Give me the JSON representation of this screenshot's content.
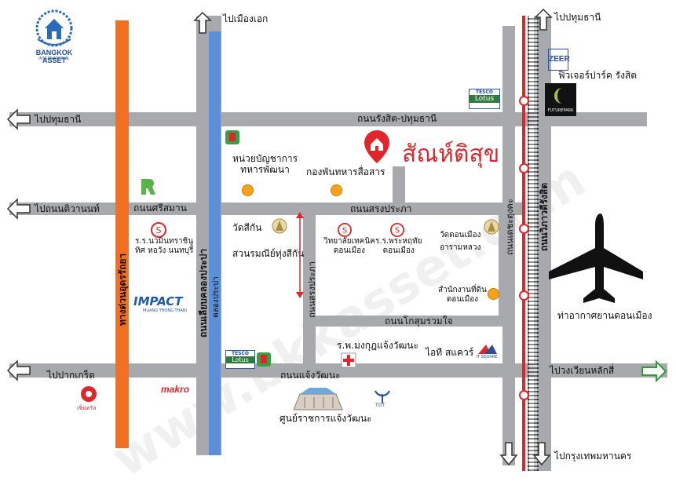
{
  "brand": {
    "name": "BANGKOK ASSET",
    "sub": "INTERNATIONAL"
  },
  "title": "สัณห์ติสุข",
  "colors": {
    "orange_road": "#f37021",
    "blue_road": "#5b8fd6",
    "gray_road": "#a7a9ac",
    "rail": "#e0262b",
    "title_red": "#e0262b",
    "dot": "#f7a21b"
  },
  "directions": {
    "top_center": "ไปเมืองเอก",
    "top_right": "ไปปทุมธานี",
    "left_1": "ไปปทุมธานี",
    "left_2": "ไปถนนติวานนท์",
    "left_3": "ไปปากเกร็ด",
    "right": "ไปวงเวียนหลักสี่",
    "bottom_right": "ไปกรุงเทพมหานคร"
  },
  "roads": {
    "rangsit": "ถนนรังสิต-ปทุมธานี",
    "srisaman": "ถนนศรีสมาน",
    "songprapa": "ถนนสรงประภา",
    "chaengwattana": "ถนนแจ้งวัฒนะ",
    "kosumruamjai": "ถนนโกสุมรวมใจ",
    "tiwanon_v": "ทางด่วนอุดรรัถยา",
    "chaloem_v": "ถนนเลียบคลองประปา",
    "khlong_prapa": "คลองประปา",
    "dontuang_v": "ถนนเดชะตุงคะ",
    "vibhavadi_v": "ถนนวิภาวดีรังสิต",
    "songprapa_v": "ถนนสรงประภา"
  },
  "places": {
    "futurepark": "ฟิวเจอร์ปาร์ค รังสิต",
    "zeer": "ZEER",
    "futurepark_logo": "FUTUREPARK",
    "tesco_top": "TESCO Lotus",
    "army_unit": "หน่วยบัญชาการ\nทหารพัฒนา",
    "signal_bn": "กองพันทหารสื่อสาร",
    "wat_sikan": "วัดสีกัน",
    "suan_rommani": "สวนรมณีย์ทุ่งสีกัน",
    "school_nonthaburi": "ร.ร.นวมินทราชินู\nทิศ หอวัง นนทบุรี",
    "impact": "IMPACT",
    "impact_sub": "MUANG THONG THANI",
    "college": "วิทยาลัยเทคนิค\nดอนเมือง",
    "phrahathai": "ร.ร.พระหฤทัย\nดอนเมือง",
    "wat_donmueang": "วัดดอนเมือง\nอารามหลวง",
    "land_office": "สำนักงานที่ดิน\nดอนเมือง",
    "hospital": "ร.พ.มงกุฎแจ้งวัฒนะ",
    "it_square": "ไอที สแควร์",
    "it_square_logo": "IT SQUARE",
    "airport": "ท่าอากาศยานดอนเมือง",
    "govt_center": "ศูนย์ราชการแจ้งวัฒนะ",
    "makro": "makro",
    "tesco_bottom": "TESCO Lotus",
    "lotus_brand": "Lotus",
    "tesco_brand": "TESCO",
    "central": "เซ็นทรัล",
    "tot": "TOT"
  },
  "icons": {
    "pin": "location-pin-icon",
    "airplane": "airplane-icon",
    "temple": "temple-icon",
    "school": "school-s-icon",
    "hospital": "hospital-cross-icon",
    "arrow": "road-arrow-icon"
  }
}
